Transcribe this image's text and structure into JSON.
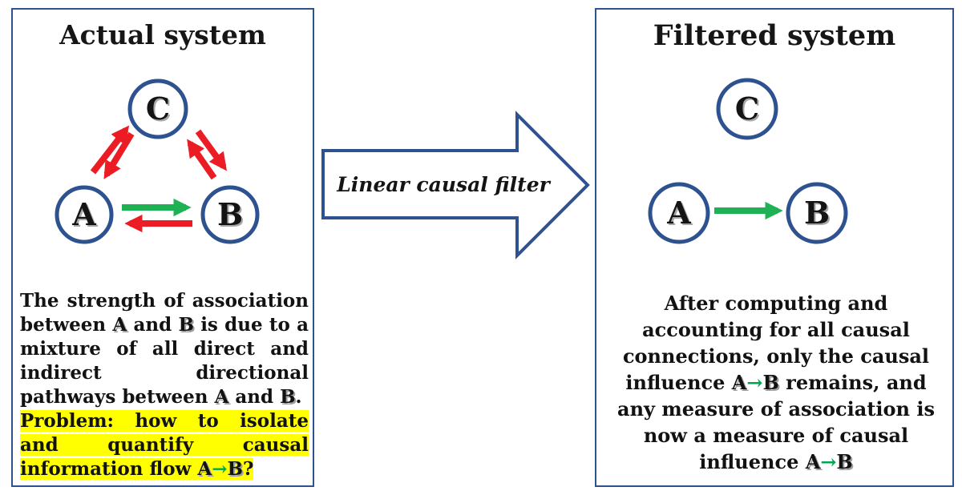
{
  "colors": {
    "panel_border": "#2E5190",
    "node_border": "#2E5190",
    "green_arrow": "#1FB254",
    "red_arrow": "#EC1C24",
    "highlight": "#FFFF00",
    "inline_arrow_green": "#00A651"
  },
  "nodes": {
    "a": "A",
    "b": "B",
    "c": "C"
  },
  "left_panel": {
    "title": "Actual system",
    "body": {
      "s1": "The strength of association between ",
      "a1": "A",
      "s2": " and ",
      "b1": "B",
      "s3": " is due to a mixture of all direct and indirect directional pathways between ",
      "a2": "A",
      "s4": " and ",
      "b2": "B",
      "s5": "."
    },
    "problem": {
      "s1": "Problem: how to isolate and quantify causal information flow ",
      "a": "A",
      "arrow": "→",
      "b": "B",
      "s2": "?"
    }
  },
  "filter_arrow": {
    "label": "Linear causal filter"
  },
  "right_panel": {
    "title": "Filtered system",
    "body": {
      "s1": "After computing and accounting for all causal connections, only the causal influence ",
      "a1": "A",
      "arrow1": "→",
      "b1": "B",
      "s2": " remains, and any measure of association is now a measure of causal influence ",
      "a2": "A",
      "arrow2": "→",
      "b2": "B"
    }
  }
}
